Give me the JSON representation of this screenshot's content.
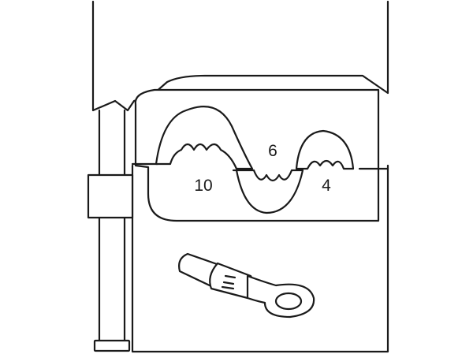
{
  "die_sizes": [
    {
      "id": "size-10",
      "label": "10"
    },
    {
      "id": "size-6",
      "label": "6"
    },
    {
      "id": "size-4",
      "label": "4"
    }
  ],
  "icons": [
    "crimping-die-icon",
    "ring-terminal-icon"
  ],
  "colors": {
    "line": "#1a1a1a",
    "background": "#ffffff"
  }
}
